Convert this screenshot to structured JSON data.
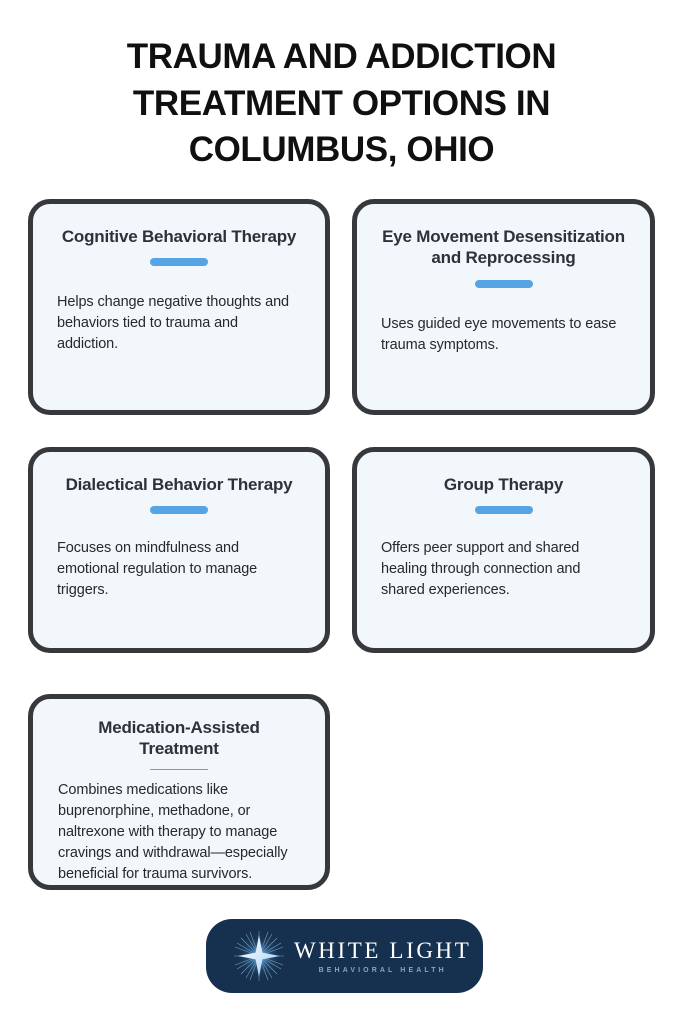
{
  "page": {
    "background_color": "#ffffff",
    "title": "TRAUMA AND ADDICTION TREATMENT OPTIONS IN COLUMBUS, OHIO"
  },
  "theme": {
    "card_background": "#f1f7fb",
    "card_border": "#36383c",
    "accent_blue": "#56a4e3",
    "heading_text": "#2d3138",
    "body_text": "#26292e",
    "logo_navy": "#16304f",
    "logo_tagline_color": "#7fa7cc"
  },
  "cards": [
    {
      "heading": "Cognitive Behavioral Therapy",
      "body": "Helps change negative thoughts and behaviors tied to trauma and addiction."
    },
    {
      "heading": "Eye Movement Desensitization and Reprocessing",
      "body": "Uses guided eye movements to ease trauma symptoms."
    },
    {
      "heading": "Dialectical Behavior Therapy",
      "body": "Focuses on mindfulness and emotional regulation to manage triggers."
    },
    {
      "heading": "Group Therapy",
      "body": "Offers peer support and shared healing through connection and shared experiences."
    },
    {
      "heading": "Medication-Assisted Treatment",
      "body": "Combines medications like buprenorphine, methadone, or naltrexone with therapy to manage cravings and withdrawal—especially beneficial for trauma survivors."
    }
  ],
  "footer": {
    "logo_icon": "four-pointed-star-burst-icon",
    "wordmark": "WHITE LIGHT",
    "tagline": "BEHAVIORAL HEALTH"
  }
}
